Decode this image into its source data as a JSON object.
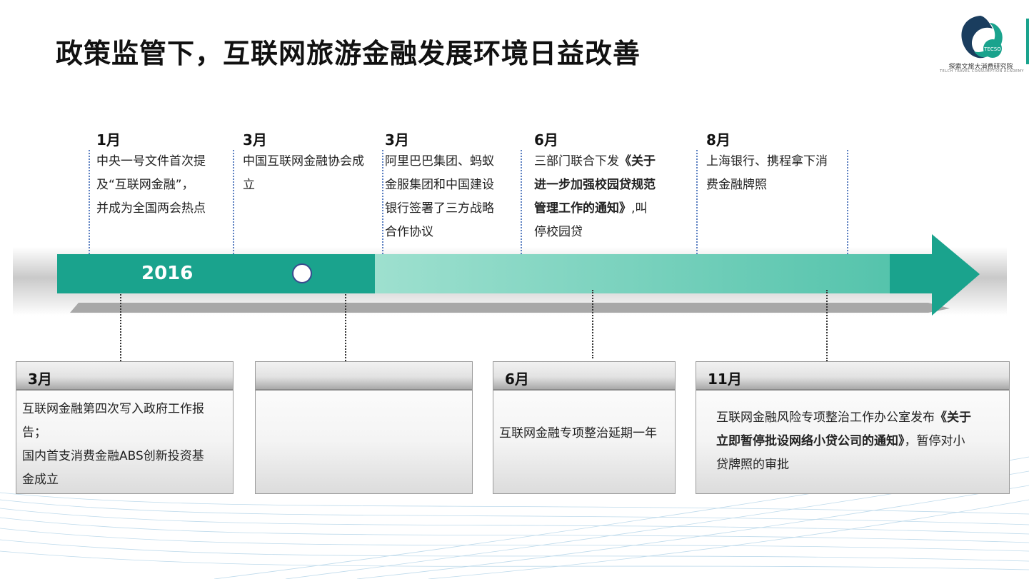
{
  "title": "政策监管下，互联网旅游金融发展环境日益改善",
  "logo": {
    "name": "探索文旅大消费研究院",
    "sub": "TELCH TRAVEL CONSUMPTION ACADEMY",
    "badge": "TECSO",
    "icon": "logo-swirl-icon"
  },
  "timeline": {
    "year": "2016",
    "color_start": "#1aa38d",
    "color_light": "#9ee0cf",
    "arrow_color": "#1aa38d"
  },
  "top_events": [
    {
      "month": "1月",
      "lines": [
        "中央一号文件首次提",
        "及“互联网金融”，",
        "并成为全国两会热点"
      ]
    },
    {
      "month": "3月",
      "lines": [
        "中国互联网金融协会成",
        "立"
      ]
    },
    {
      "month": "3月",
      "lines": [
        "阿里巴巴集团、蚂蚁",
        "金服集团和中国建设",
        "银行签署了三方战略",
        "合作协议"
      ]
    },
    {
      "month": "6月",
      "lines_pre": "三部门联合下发",
      "bold": [
        "《关于",
        "进一步加强校园贷规范",
        "管理工作的通知》"
      ],
      "lines_post": ",叫",
      "last": "停校园贷"
    },
    {
      "month": "8月",
      "lines": [
        "上海银行、携程拿下消",
        "费金融牌照"
      ]
    }
  ],
  "bottom_events": [
    {
      "month": "3月",
      "lines": [
        "互联网金融第四次写入政府工作报",
        "告；",
        "国内首支消费金融ABS创新投资基",
        "金成立"
      ]
    },
    {
      "month": "",
      "lines": []
    },
    {
      "month": "6月",
      "lines": [
        "互联网金融专项整治延期一年"
      ]
    },
    {
      "month": "11月",
      "pre": "互联网金融风险专项整治工作办公室发布",
      "bold1": "《关于",
      "bold2": "立即暂停批设网络小贷公司的通知》",
      "post": "，暂停对小",
      "last": "贷牌照的审批"
    }
  ]
}
